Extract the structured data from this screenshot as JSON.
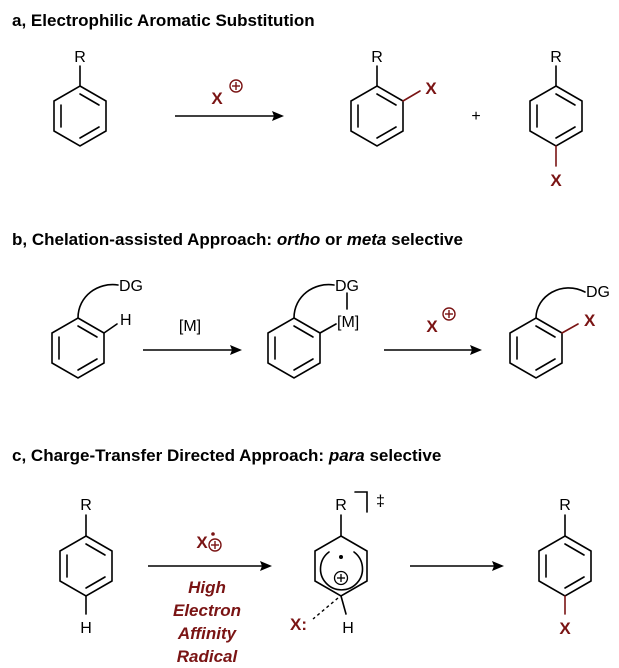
{
  "section_a": {
    "label": "a,",
    "title": "Electrophilic Aromatic Substitution",
    "reactant_substituent": "R",
    "reagent": "X",
    "product1_substituent": "R",
    "product1_group": "X",
    "plus": "+",
    "product2_substituent": "R",
    "product2_group": "X"
  },
  "section_b": {
    "label": "b,",
    "title_pre": "Chelation-assisted Approach: ",
    "title_ortho": "ortho",
    "title_or": " or ",
    "title_meta": "meta",
    "title_post": " selective",
    "reactant_dg": "DG",
    "reactant_h": "H",
    "catalyst": "[M]",
    "intermediate_dg": "DG",
    "intermediate_metal": "[M]",
    "reagent": "X",
    "product_dg": "DG",
    "product_group": "X"
  },
  "section_c": {
    "label": "c,",
    "title_pre": "Charge-Transfer Directed Approach: ",
    "title_para": "para",
    "title_post": " selective",
    "reactant_substituent": "R",
    "reactant_h": "H",
    "reagent": "X",
    "reagent_desc": [
      "High",
      "Electron",
      "Affinity",
      "Radical"
    ],
    "intermediate_substituent": "R",
    "intermediate_h": "H",
    "intermediate_anion": "X:",
    "ts_symbol": "‡",
    "product_substituent": "R",
    "product_group": "X"
  }
}
